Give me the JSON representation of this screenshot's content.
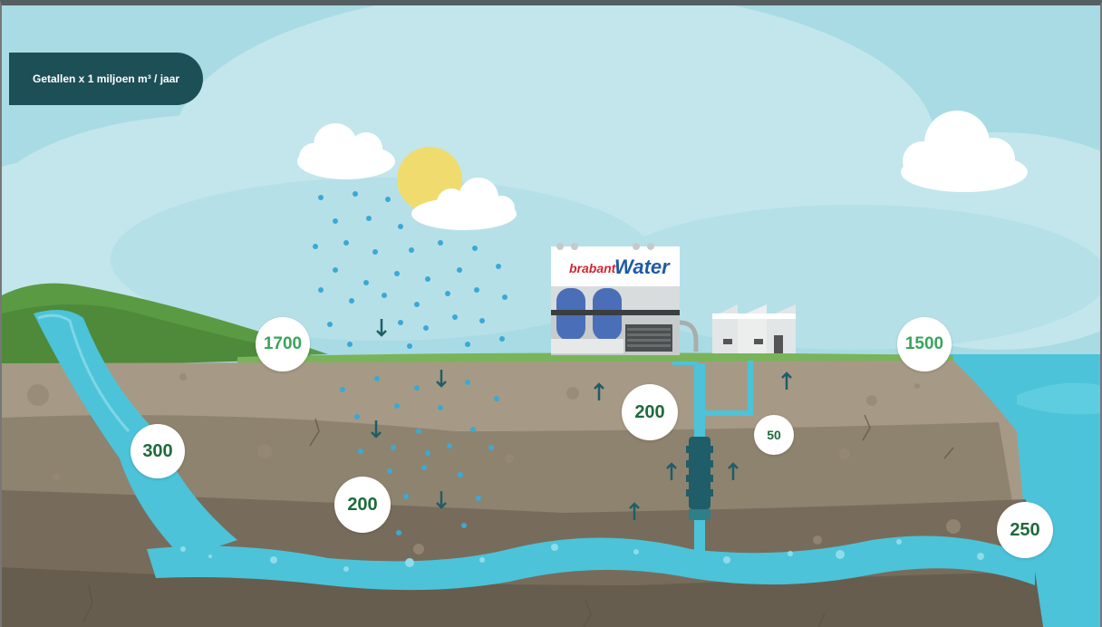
{
  "legend": {
    "unit_label": "Getallen x 1 miljoen m³ / jaar"
  },
  "figures": {
    "precipitation": "1700",
    "evaporation": "1500",
    "river_runoff": "300",
    "infiltration": "200",
    "drinking_water_extraction": "200",
    "industry_extraction": "50",
    "groundwater_outflow": "250"
  },
  "logo": {
    "part1": "brabant",
    "part2": "Water"
  },
  "colors": {
    "sky": "#a9dbe4",
    "water": "#4cc3d9",
    "badge": "#1d4f57",
    "number_dark_green": "#1e6b3a",
    "number_light_green": "#3aa45b"
  }
}
